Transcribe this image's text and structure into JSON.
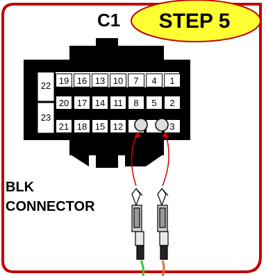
{
  "connector_name": "C1",
  "step_label": "STEP 5",
  "connector_label": [
    "BLK",
    "CONNECTOR"
  ],
  "pins": {
    "top_row": [
      "19",
      "16",
      "13",
      "10",
      "7",
      "4",
      "1"
    ],
    "mid_row": [
      "20",
      "17",
      "14",
      "11",
      "8",
      "5",
      "2"
    ],
    "bottom_row": [
      "21",
      "18",
      "15",
      "12",
      "3"
    ],
    "left_col": [
      "22",
      "23"
    ]
  },
  "colors": {
    "frame": "#c00000",
    "step_badge": "#ffff33",
    "arrows": "#d00000",
    "wire_left": "#33cc33",
    "wire_right": "#cc7733"
  }
}
